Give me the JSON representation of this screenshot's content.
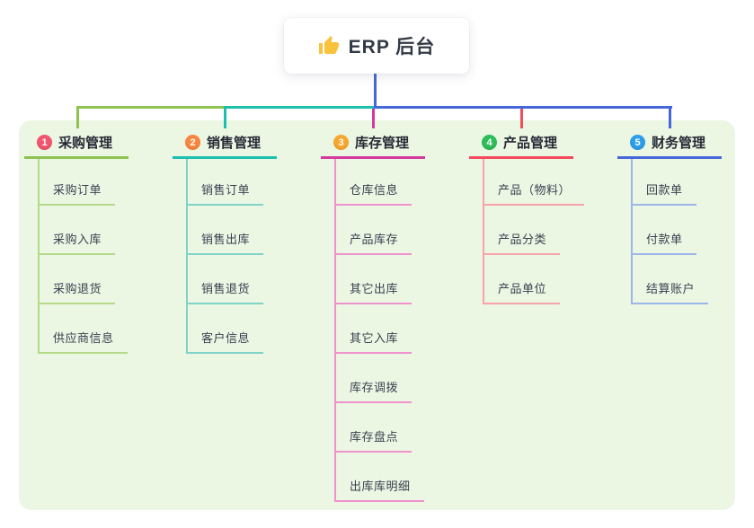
{
  "canvas": {
    "page_background": "#ffffff",
    "panel_background": "#ebf6e3"
  },
  "root": {
    "label": "ERP 后台",
    "icon": "thumbs-up-icon",
    "icon_color": "#f9c23c",
    "trunk_color": "#4667d8"
  },
  "branches": [
    {
      "index": "1",
      "label": "采购管理",
      "badge_color": "#f2566e",
      "line_color": "#8ec351",
      "child_line_color": "#b5da8a",
      "children": [
        "采购订单",
        "采购入库",
        "采购退货",
        "供应商信息"
      ]
    },
    {
      "index": "2",
      "label": "销售管理",
      "badge_color": "#f8863e",
      "line_color": "#1dbfae",
      "child_line_color": "#7fd4c7",
      "children": [
        "销售订单",
        "销售出库",
        "销售退货",
        "客户信息"
      ]
    },
    {
      "index": "3",
      "label": "库存管理",
      "badge_color": "#f8a72e",
      "line_color": "#d43a9e",
      "child_line_color": "#ef92cd",
      "children": [
        "仓库信息",
        "产品库存",
        "其它出库",
        "其它入库",
        "库存调拨",
        "库存盘点",
        "出库库明细"
      ]
    },
    {
      "index": "4",
      "label": "产品管理",
      "badge_color": "#2ebd5b",
      "line_color": "#f5495c",
      "child_line_color": "#f9a3ac",
      "children": [
        "产品（物料）",
        "产品分类",
        "产品单位"
      ]
    },
    {
      "index": "5",
      "label": "财务管理",
      "badge_color": "#2d9ee8",
      "line_color": "#4667d8",
      "child_line_color": "#9db6ea",
      "children": [
        "回款单",
        "付款单",
        "结算账户"
      ]
    }
  ]
}
